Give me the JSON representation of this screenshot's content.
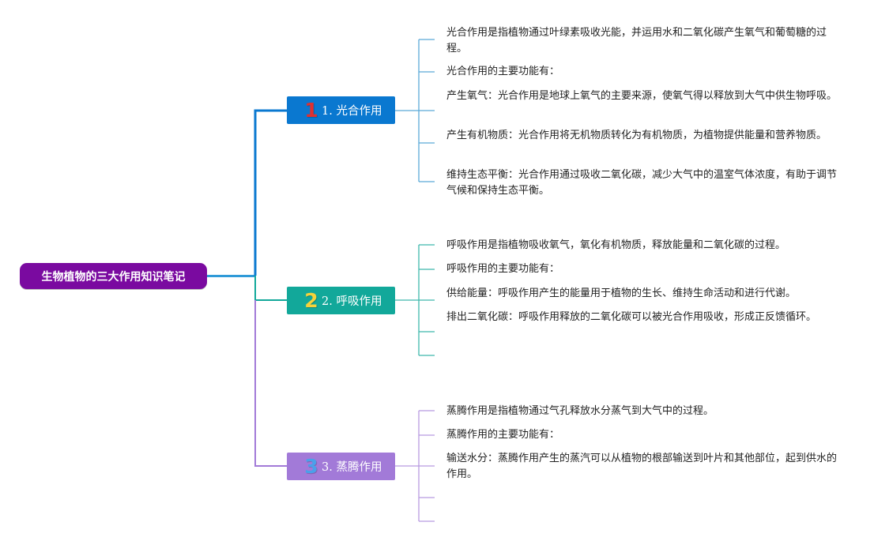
{
  "root": {
    "title": "生物植物的三大作用知识笔记"
  },
  "colors": {
    "root": "#7a0aa0",
    "branch1": "#0a78d0",
    "branch2": "#12a89a",
    "branch3": "#a27ad8",
    "num1": "#e03030",
    "num2": "#f5d23a",
    "num3": "#4aa0ea"
  },
  "branches": [
    {
      "number": "1",
      "label": "1. 光合作用",
      "items": [
        "光合作用是指植物通过叶绿素吸收光能，并运用水和二氧化碳产生氧气和葡萄糖的过程。",
        "光合作用的主要功能有：",
        "产生氧气：光合作用是地球上氧气的主要来源，使氧气得以释放到大气中供生物呼吸。",
        "产生有机物质：光合作用将无机物质转化为有机物质，为植物提供能量和营养物质。",
        "维持生态平衡：光合作用通过吸收二氧化碳，减少大气中的温室气体浓度，有助于调节气候和保持生态平衡。"
      ]
    },
    {
      "number": "2",
      "label": "2. 呼吸作用",
      "items": [
        "呼吸作用是指植物吸收氧气，氧化有机物质，释放能量和二氧化碳的过程。",
        "呼吸作用的主要功能有：",
        "供给能量：呼吸作用产生的能量用于植物的生长、维持生命活动和进行代谢。",
        "排出二氧化碳：呼吸作用释放的二氧化碳可以被光合作用吸收，形成正反馈循环。",
        ""
      ]
    },
    {
      "number": "3",
      "label": "3. 蒸腾作用",
      "items": [
        "蒸腾作用是指植物通过气孔释放水分蒸气到大气中的过程。",
        "蒸腾作用的主要功能有：",
        "输送水分：蒸腾作用产生的蒸汽可以从植物的根部输送到叶片和其他部位，起到供水的作用。",
        "",
        ""
      ]
    }
  ]
}
